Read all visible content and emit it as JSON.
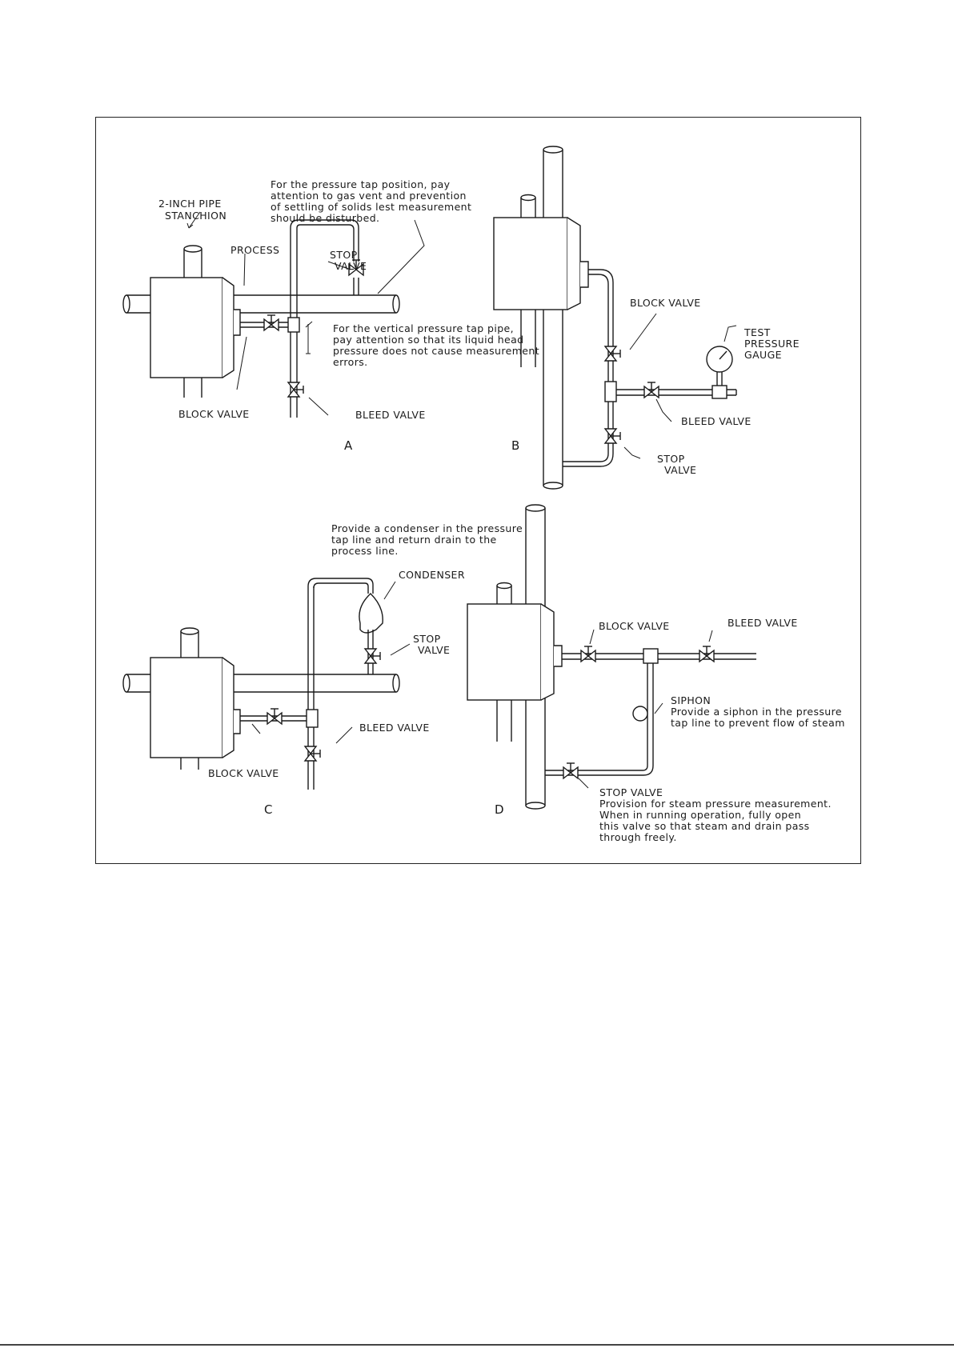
{
  "panels": {
    "a": {
      "letter": "A",
      "stanchion": [
        "2-INCH PIPE",
        "STANCHION"
      ],
      "process": "PROCESS",
      "note_tap": [
        "For the pressure tap position, pay",
        "attention to gas vent and prevention",
        "of settling of solids lest measurement",
        "should be disturbed."
      ],
      "stop_valve": [
        "STOP",
        "VALVE"
      ],
      "note_vertical": [
        "For the vertical pressure tap pipe,",
        "pay attention so that its liquid head",
        "pressure does not cause measurement",
        "errors."
      ],
      "block_valve": "BLOCK VALVE",
      "bleed_valve": "BLEED  VALVE"
    },
    "b": {
      "letter": "B",
      "block_valve": "BLOCK VALVE",
      "gauge": [
        "TEST",
        "PRESSURE",
        "GAUGE"
      ],
      "bleed_valve": "BLEED VALVE",
      "stop_valve": [
        "STOP",
        "VALVE"
      ]
    },
    "c": {
      "letter": "C",
      "note_condenser": [
        "Provide a condenser in the pressure",
        "tap line and return drain to the",
        "process line."
      ],
      "condenser": "CONDENSER",
      "stop_valve": [
        "STOP",
        "VALVE"
      ],
      "bleed_valve": "BLEED VALVE",
      "block_valve": "BLOCK VALVE"
    },
    "d": {
      "letter": "D",
      "block_valve": "BLOCK VALVE",
      "bleed_valve": "BLEED VALVE",
      "siphon": "SIPHON",
      "siphon_note": [
        "Provide a siphon  in the pressure",
        "tap line to prevent flow of steam"
      ],
      "stop_valve": "STOP VALVE",
      "stop_note": [
        "Provision for steam pressure measurement.",
        "When in running operation, fully open",
        "this valve so that steam and drain pass",
        "through freely."
      ]
    }
  }
}
